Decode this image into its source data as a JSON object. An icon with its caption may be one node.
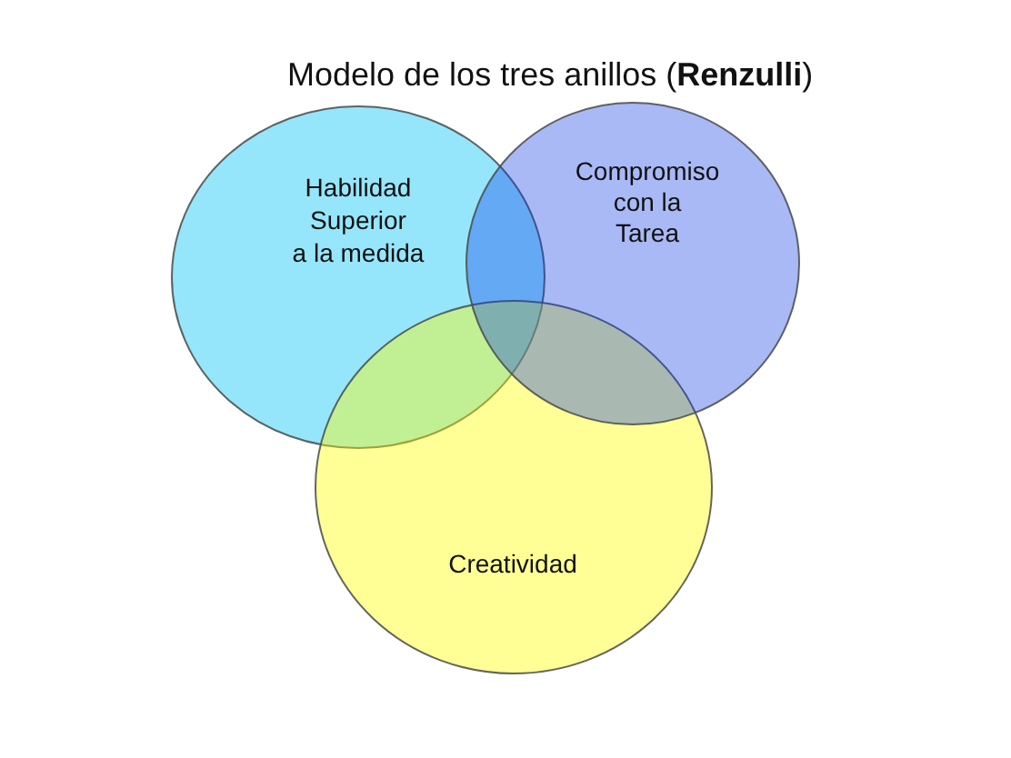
{
  "diagram": {
    "title": "Modelo de los tres anillos (**Renzulli**)",
    "nodes": [
      {
        "text": [
          "Habilidad Superior a la medida"
        ]
      },
      {
        "text": [
          "Compromiso con la Tarea"
        ]
      },
      {
        "text": [
          "Creatividad"
        ]
      }
    ]
  }
}
